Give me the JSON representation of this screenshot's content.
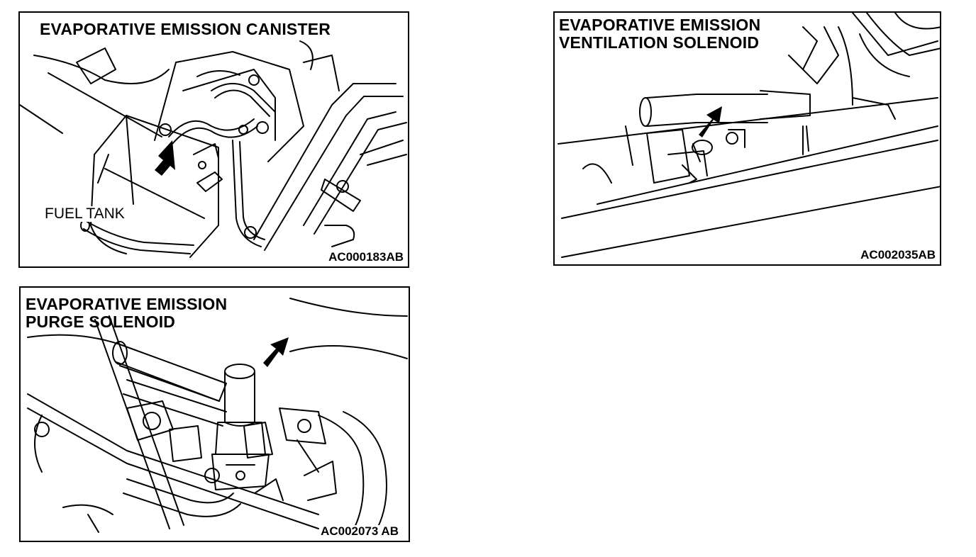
{
  "figures": [
    {
      "title": "EVAPORATIVE EMISSION CANISTER",
      "label": "FUEL TANK",
      "code": "AC000183AB"
    },
    {
      "title": "EVAPORATIVE EMISSION\nVENTILATION SOLENOID",
      "code": "AC002035AB"
    },
    {
      "title": "EVAPORATIVE EMISSION\nPURGE SOLENOID",
      "code": "AC002073 AB"
    }
  ]
}
